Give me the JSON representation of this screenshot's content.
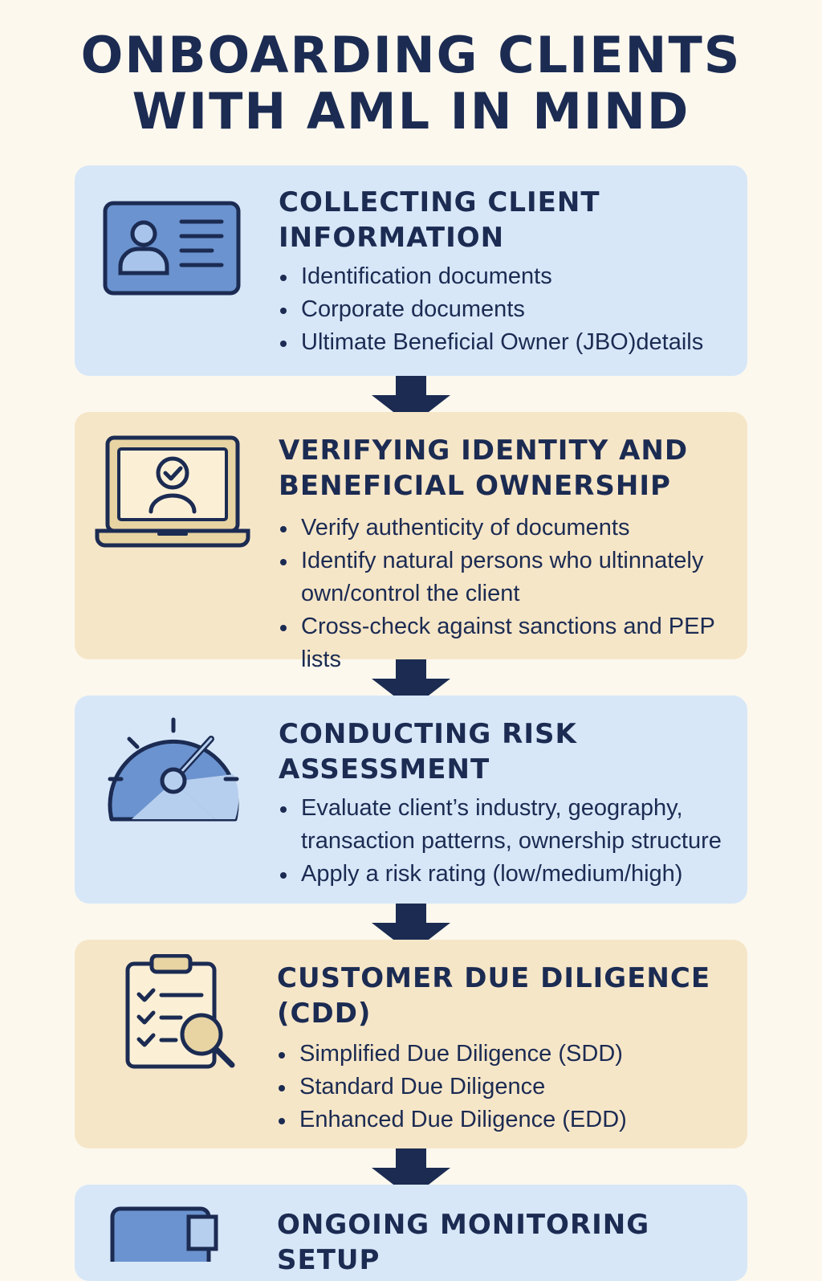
{
  "title": {
    "line1": "ONBOARDING CLIENTS",
    "line2": "WITH AML IN MIND"
  },
  "steps": [
    {
      "heading": [
        "COLLECTING CLIENT",
        "INFORMATION"
      ],
      "icon": "id-card-icon",
      "items": [
        "Identification documents",
        "Corporate documents",
        "Ultimate Beneficial Owner (JBO)details"
      ]
    },
    {
      "heading": [
        "VERIFYING IDENTITY AND",
        "BENEFICIAL OWNERSHIP"
      ],
      "icon": "laptop-verified-user-icon",
      "items": [
        "Verify authenticity of documents",
        "Identify natural persons who ultinnately own/control the client",
        "Cross-check against sanctions and PEP lists"
      ]
    },
    {
      "heading": [
        "CONDUCTING RISK",
        "ASSESSMENT"
      ],
      "icon": "gauge-icon",
      "items": [
        "Evaluate client’s industry, geography, transaction patterns, ownership structure",
        "Apply a risk rating (low/medium/high)"
      ]
    },
    {
      "heading": [
        "CUSTOMER DUE DILIGENCE",
        "(CDD)"
      ],
      "icon": "clipboard-search-icon",
      "items": [
        "Simplified Due Diligence (SDD)",
        "Standard Due Diligence",
        "Enhanced Due Diligence (EDD)"
      ]
    },
    {
      "heading": [
        "ONGOING MONITORING SETUP"
      ],
      "icon": "monitor-icon",
      "items": []
    }
  ],
  "colors": {
    "navy": "#1b2b52",
    "blue_card": "#d7e7f8",
    "tan_card": "#f6e6c8",
    "icon_blue": "#6b93cf",
    "icon_tan": "#e8d4a3",
    "background": "#fcf8ee"
  }
}
